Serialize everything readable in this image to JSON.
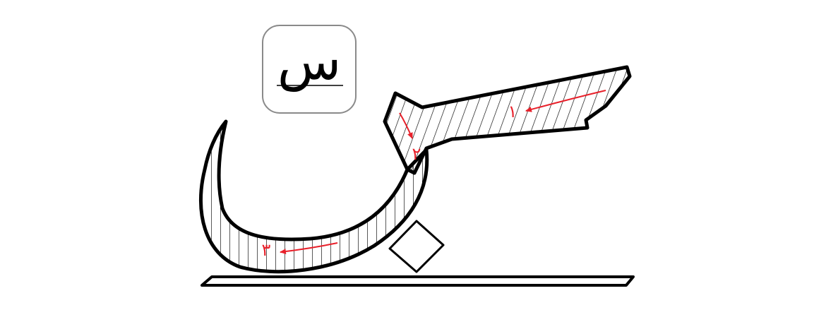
{
  "sample": {
    "letter": "ﺱ"
  },
  "strokes": [
    {
      "label": "١"
    },
    {
      "label": "٢"
    },
    {
      "label": "٣"
    }
  ],
  "colors": {
    "outline": "#000000",
    "arrow": "#e8202a",
    "sample_border": "#8a8a8a",
    "background": "#ffffff"
  }
}
